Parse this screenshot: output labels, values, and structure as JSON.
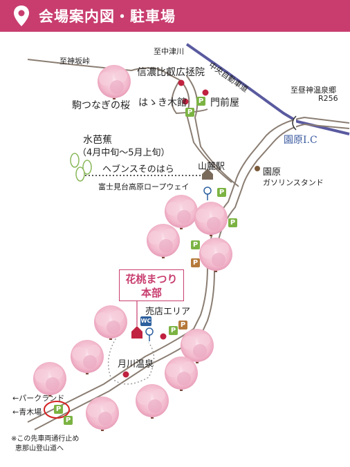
{
  "header": {
    "title": "会場案内図・駐車場",
    "pin_icon": "location-pin-icon",
    "bg_color": "#c83d6e"
  },
  "places": {
    "to_nakatsugawa": "至中津川",
    "chuo_expressway": "中央自動車道",
    "to_kamisaka_pass": "至神坂峠",
    "shinano_eizan": "信濃比叡広拯院",
    "hakigi": "はゝき木館",
    "monzenya": "門前屋",
    "koma_sakura": "駒つなぎの桜",
    "to_hirugami_onsen": "至昼神温泉郷",
    "r256": "R256",
    "sonohara_ic": "園原I.C",
    "mizubasho": "水芭蕉",
    "mizubasho_period": "（4月中旬〜5月上旬）",
    "heavens": "ヘブンスそのはら",
    "ropeway": "富士見台高原ロープウェイ",
    "sanroku_station": "山麓駅",
    "sonohara": "園原",
    "gas_station": "ガソリンスタンド",
    "hq_line1": "花桃まつり",
    "hq_line2": "本部",
    "shop_area": "売店エリア",
    "tsukikawa_onsen": "月川温泉",
    "park_land": "←パークランド",
    "aokiba": "←青木場",
    "note_line1": "※この先車両通行止め",
    "note_line2": "恵那山登山道へ",
    "wc": "WC",
    "parking": "P"
  },
  "colors": {
    "accent": "#c83d6e",
    "road": "#8a7d72",
    "expressway": "#5a5aa0",
    "parking_green": "#7bb342",
    "parking_brown": "#b5793a",
    "blossom": "#f2b8cc",
    "ic_label": "#3a5aa0"
  }
}
